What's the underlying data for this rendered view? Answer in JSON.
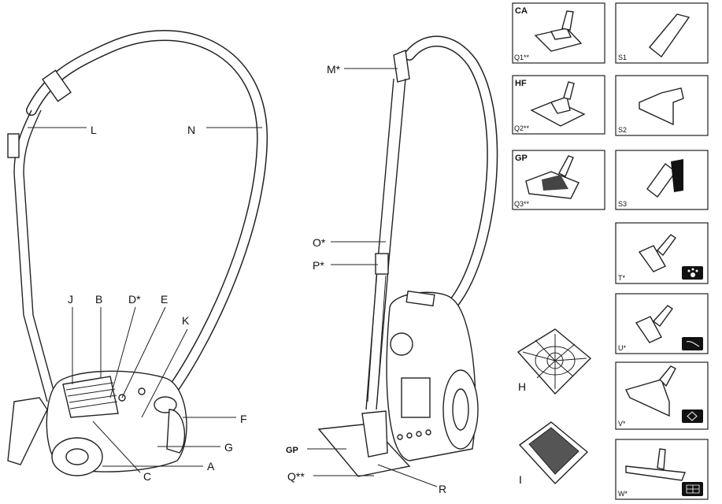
{
  "left_vacuum_labels": {
    "L": "L",
    "N": "N",
    "J": "J",
    "B": "B",
    "D": "D*",
    "E": "E",
    "K": "K",
    "F": "F",
    "G": "G",
    "A": "A",
    "C": "C"
  },
  "center_vacuum_labels": {
    "M": "M*",
    "O": "O*",
    "P": "P*",
    "GP": "GP",
    "Q": "Q**",
    "R": "R"
  },
  "filters": {
    "H": "H",
    "I": "I"
  },
  "accessory_boxes": [
    {
      "title": "CA",
      "code": "Q1**"
    },
    {
      "title": "",
      "code": "S1"
    },
    {
      "title": "HF",
      "code": "Q2**"
    },
    {
      "title": "",
      "code": "S2"
    },
    {
      "title": "GP",
      "code": "Q3**"
    },
    {
      "title": "",
      "code": "S3"
    },
    {
      "title": "",
      "code": "T*",
      "badge_icon": "paw-icon"
    },
    {
      "title": "",
      "code": "U*",
      "badge_icon": "hair-icon"
    },
    {
      "title": "",
      "code": "V*",
      "badge_icon": "carpet-floor-icon"
    },
    {
      "title": "",
      "code": "W*",
      "badge_icon": "parquet-icon"
    }
  ]
}
